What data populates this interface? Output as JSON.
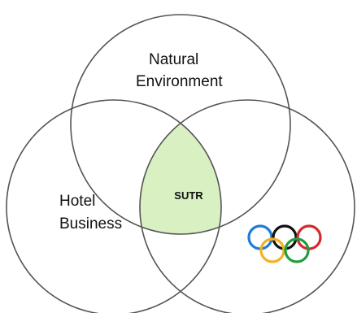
{
  "diagram": {
    "type": "venn",
    "sets": [
      {
        "id": "natural",
        "label_lines": [
          "Natural",
          "Environment"
        ]
      },
      {
        "id": "hotel",
        "label_lines": [
          "Hotel",
          "Business"
        ]
      },
      {
        "id": "olympics",
        "label_lines": [],
        "symbol": "olympic-rings"
      }
    ],
    "intersection": {
      "label": "SUTR",
      "fill_color": "#d9f0c2"
    },
    "outline_color": "#555555",
    "rings": [
      {
        "name": "blue-ring",
        "color": "#1f7bd6"
      },
      {
        "name": "black-ring",
        "color": "#111111"
      },
      {
        "name": "red-ring",
        "color": "#d8262f"
      },
      {
        "name": "yellow-ring",
        "color": "#f2b21c"
      },
      {
        "name": "green-ring",
        "color": "#1e9e3e"
      }
    ]
  }
}
